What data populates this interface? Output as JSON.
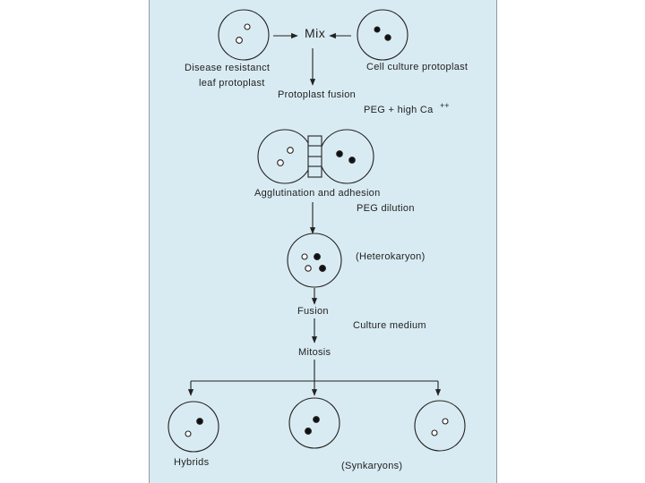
{
  "colors": {
    "panel_bg": "#d9ebf2",
    "stroke": "#222222",
    "nucleus_filled": "#111111",
    "nucleus_open": "#ffffff"
  },
  "labels": {
    "mix": "Mix",
    "disease_resistant_line1": "Disease resistanct",
    "disease_resistant_line2": "leaf protoplast",
    "cell_culture": "Cell culture protoplast",
    "protoplast_fusion": "Protoplast fusion",
    "peg_high_ca": "PEG + high Ca",
    "peg_superscript": "++",
    "agglutination": "Agglutination and adhesion",
    "peg_dilution": "PEG dilution",
    "heterokaryon": "(Heterokaryon)",
    "fusion": "Fusion",
    "culture_medium": "Culture medium",
    "mitosis": "Mitosis",
    "hybrids": "Hybrids",
    "synkaryons": "(Synkaryons)"
  }
}
